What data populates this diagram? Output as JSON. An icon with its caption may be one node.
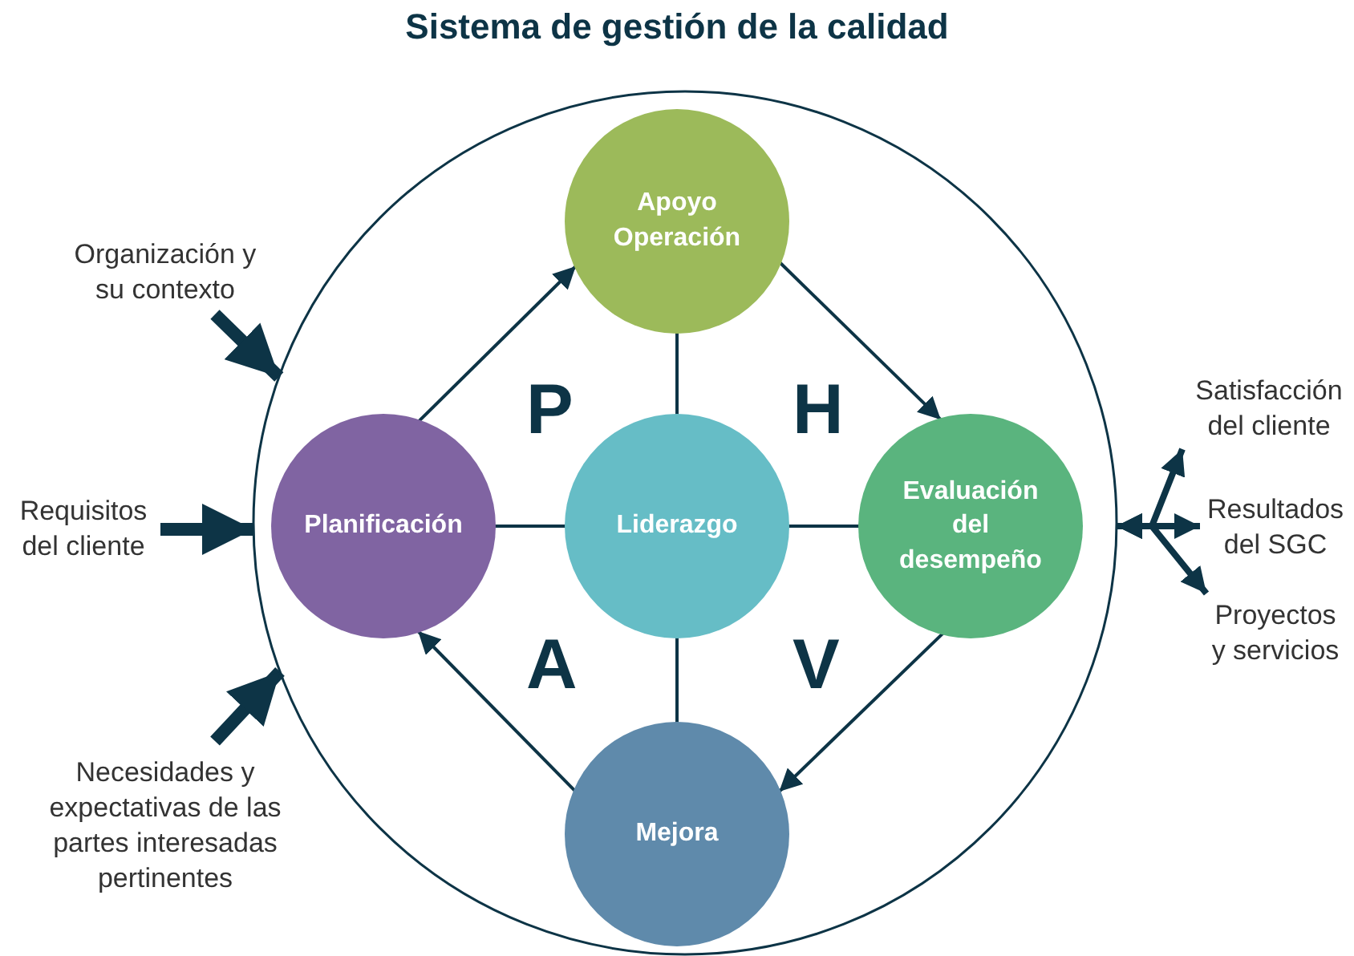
{
  "diagram": {
    "title": "Sistema de gestión de la calidad",
    "nodes": [
      {
        "text": [],
        "shape": "circle"
      },
      {
        "text": [
          "Apoyo",
          "Operación"
        ],
        "in": 0
      },
      {
        "text": [
          "Planificación"
        ],
        "in": 0
      },
      {
        "text": [
          "Liderazgo"
        ],
        "in": 0
      },
      {
        "text": [
          "Evaluación del desempeño"
        ],
        "in": 0
      },
      {
        "text": [
          "Mejora"
        ],
        "in": 0
      },
      {
        "text": [
          "Organización y su contexto"
        ]
      },
      {
        "text": [
          "Requisitos del cliente"
        ]
      },
      {
        "text": [
          "Necesidades y expectativas de las partes interesadas pertinentes"
        ]
      },
      {
        "text": [
          "Satisfacción del cliente"
        ]
      },
      {
        "text": [
          "Resultados del SGC"
        ]
      },
      {
        "text": [
          "Proyectos y servicios"
        ]
      }
    ],
    "edges": [
      {
        "from": 2,
        "to": 1,
        "arrow": "to"
      },
      {
        "from": 1,
        "to": 4,
        "arrow": "to"
      },
      {
        "from": 4,
        "to": 5,
        "arrow": "to"
      },
      {
        "from": 5,
        "to": 2,
        "arrow": "to"
      },
      {
        "from": 3,
        "to": 1,
        "arrow": "none"
      },
      {
        "from": 3,
        "to": 2,
        "arrow": "none"
      },
      {
        "from": 3,
        "to": 4,
        "arrow": "none"
      },
      {
        "from": 3,
        "to": 5,
        "arrow": "none"
      },
      {
        "from": 6,
        "to": 0,
        "arrow": "to",
        "style": "thick"
      },
      {
        "from": 7,
        "to": 0,
        "arrow": "to",
        "style": "thick"
      },
      {
        "from": 8,
        "to": 0,
        "arrow": "to",
        "style": "thick"
      },
      {
        "from": 0,
        "to": 9,
        "arrow": "both",
        "style": "thick"
      },
      {
        "from": 0,
        "to": 10,
        "arrow": "both",
        "style": "thick"
      },
      {
        "from": 0,
        "to": 11,
        "arrow": "both",
        "style": "thick"
      }
    ],
    "labels": [
      "P",
      "H",
      "A",
      "V"
    ]
  }
}
